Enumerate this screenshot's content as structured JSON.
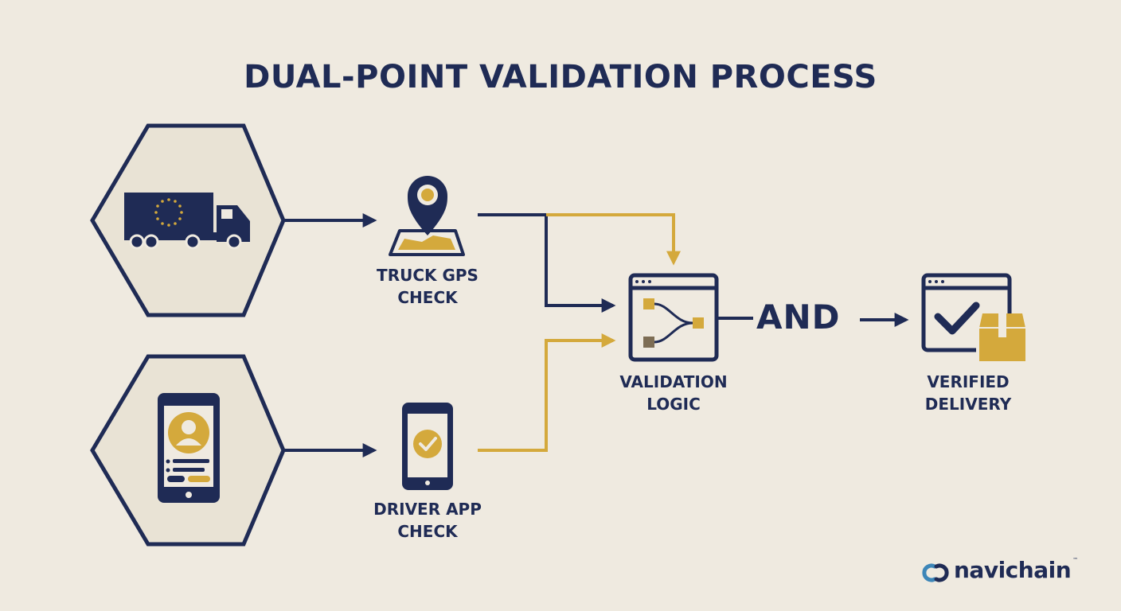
{
  "title": "DUAL-POINT VALIDATION PROCESS",
  "nodes": {
    "truck_gps": {
      "line1": "TRUCK GPS",
      "line2": "CHECK"
    },
    "driver_app": {
      "line1": "DRIVER APP",
      "line2": "CHECK"
    },
    "validation_logic": {
      "line1": "VALIDATION",
      "line2": "LOGIC"
    },
    "verified_delivery": {
      "line1": "VERIFIED",
      "line2": "DELIVERY"
    }
  },
  "operator": "AND",
  "brand": {
    "name": "navichain",
    "trademark": "™"
  },
  "colors": {
    "navy": "#1f2b55",
    "gold": "#d4a93c",
    "background": "#efeae0",
    "octagon_fill": "#e9e3d5"
  },
  "icons": [
    "eu-truck-icon",
    "phone-profile-icon",
    "map-pin-icon",
    "phone-check-icon",
    "flow-window-icon",
    "verified-box-icon",
    "navichain-logo-icon"
  ]
}
